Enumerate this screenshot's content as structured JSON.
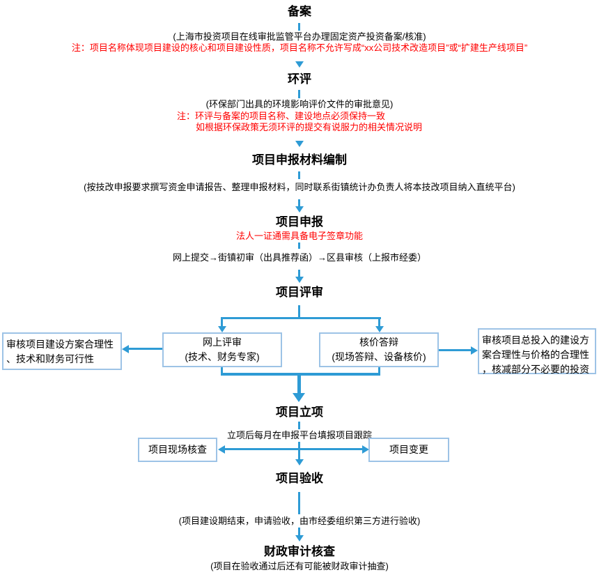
{
  "colors": {
    "arrow_blue": "#2E9BD5",
    "box_border_blue": "#9DC3E6",
    "note_red": "#FF0000",
    "text_black": "#000000",
    "background": "#FFFFFF"
  },
  "flow": {
    "step1": {
      "title": "备案",
      "desc": "(上海市投资项目在线审批监管平台办理固定资产投资备案/核准)",
      "note": "注：项目名称体现项目建设的核心和项目建设性质，项目名称不允许写成“xx公司技术改造项目”或“扩建生产线项目”"
    },
    "step2": {
      "title": "环评",
      "desc": "(环保部门出具的环境影响评价文件的审批意见)",
      "note1": "注：环评与备案的项目名称、建设地点必须保持一致",
      "note2": "如根据环保政策无须环评的提交有说服力的相关情况说明"
    },
    "step3": {
      "title": "项目申报材料编制",
      "desc": "(按技改申报要求撰写资金申请报告、整理申报材料，同时联系街镇统计办负责人将本技改项目纳入直统平台)"
    },
    "step4": {
      "title": "项目申报",
      "note": "法人一证通需具备电子签章功能",
      "desc": "网上提交→街镇初审（出具推荐函）→区县审核（上报市经委）"
    },
    "step5": {
      "title": "项目评审",
      "left_result": {
        "lines": [
          "审核项目建设方案合理性",
          "、技术和财务可行性"
        ]
      },
      "online_review": {
        "lines": [
          "网上评审",
          "(技术、财务专家)"
        ]
      },
      "price_review": {
        "lines": [
          "核价答辩",
          "(现场答辩、设备核价)"
        ]
      },
      "right_result": {
        "lines": [
          "审核项目总投入的建设方",
          "案合理性与价格的合理性",
          "，核减部分不必要的投资"
        ]
      }
    },
    "step6": {
      "title": "项目立项",
      "desc": "立项后每月在申报平台填报项目跟踪",
      "site_check": "项目现场核查",
      "change": "项目变更"
    },
    "step7": {
      "title": "项目验收",
      "desc": "(项目建设期结束，申请验收，由市经委组织第三方进行验收)"
    },
    "step8": {
      "title": "财政审计核查",
      "desc": "(项目在验收通过后还有可能被财政审计抽查)"
    }
  }
}
